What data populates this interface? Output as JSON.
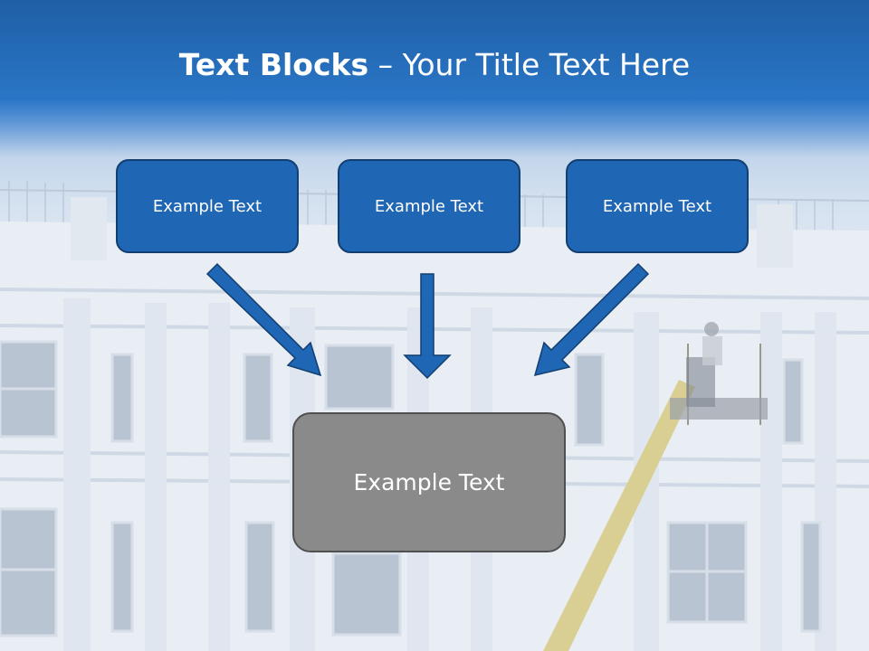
{
  "slide": {
    "title_bold": "Text Blocks",
    "title_rest": " – Your Title Text Here",
    "boxes": [
      {
        "label": "Example Text"
      },
      {
        "label": "Example Text"
      },
      {
        "label": "Example Text"
      }
    ],
    "target": {
      "label": "Example Text"
    }
  },
  "colors": {
    "header_blue": "#1f5fa6",
    "box_blue": "#1f66b4",
    "box_border": "#123e70",
    "target_gray": "#8a8a8a",
    "arrow_blue": "#1f66b4"
  },
  "icons": [
    "arrow-down-right-icon",
    "arrow-down-icon",
    "arrow-down-left-icon"
  ]
}
